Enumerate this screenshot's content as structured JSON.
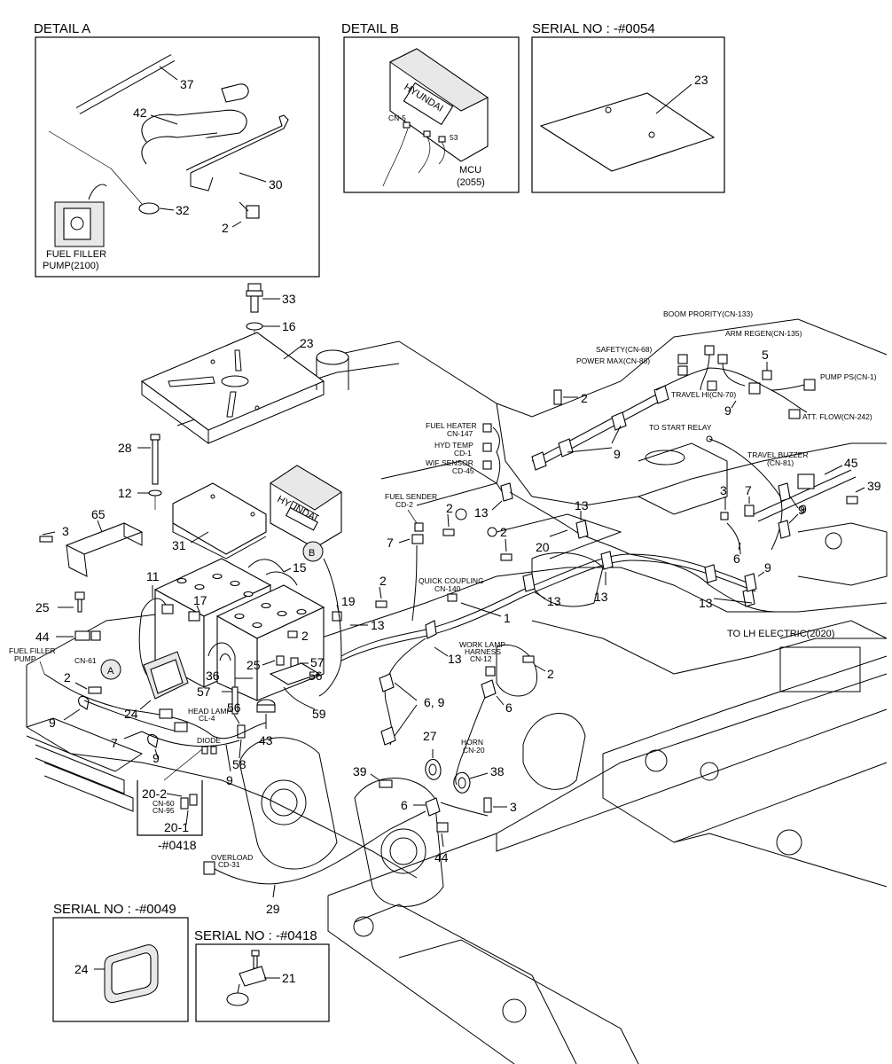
{
  "headers": {
    "detail_a": "DETAIL A",
    "detail_b": "DETAIL B",
    "serial_0054": "SERIAL NO : -#0054",
    "serial_0049": "SERIAL NO : -#0049",
    "serial_0418": "SERIAL NO : -#0418"
  },
  "labels": {
    "fuel_filler_pump_line1": "FUEL FILLER",
    "fuel_filler_pump_line2": "PUMP(2100)",
    "mcu_line1": "MCU",
    "mcu_line2": "(2055)",
    "hyundai": "HYUNDAI",
    "cn5": "CN-5",
    "cn53": "53",
    "boom_priority": "BOOM PRORITY(CN-133)",
    "arm_regen": "ARM REGEN(CN-135)",
    "safety": "SAFETY(CN-68)",
    "power_max": "POWER MAX(CN-88)",
    "travel_hi": "TRAVEL HI(CN-70)",
    "pump_ps": "PUMP PS(CN-1)",
    "att_flow": "ATT. FLOW(CN-242)",
    "to_start_relay": "TO START RELAY",
    "travel_buzzer_line1": "TRAVEL BUZZER",
    "travel_buzzer_line2": "(CN-81)",
    "fuel_heater_line1": "FUEL HEATER",
    "fuel_heater_line2": "CN-147",
    "hyd_temp_line1": "HYD TEMP",
    "hyd_temp_line2": "CD-1",
    "wif_sensor_line1": "WIF SENSOR",
    "wif_sensor_line2": "CD-45",
    "fuel_sender_line1": "FUEL SENDER",
    "fuel_sender_line2": "CD-2",
    "quick_coupling_line1": "QUICK COUPLING",
    "quick_coupling_line2": "CN-140",
    "to_lh_electric": "TO LH ELECTRIC(2020)",
    "work_lamp_line1": "WORK LAMP",
    "work_lamp_line2": "HARNESS",
    "work_lamp_line3": "CN-12",
    "fuel_filler_pump2_line1": "FUEL FILLER",
    "fuel_filler_pump2_line2": "PUMP",
    "cn61": "CN-61",
    "head_lamp_line1": "HEAD LAMP",
    "head_lamp_line2": "CL-4",
    "diode": "DIODE",
    "horn_line1": "HORN",
    "horn_line2": "CN-20",
    "cn60": "CN-60",
    "cn95": "CN-95",
    "serial_0418_inline": "-#0418",
    "overload_line1": "OVERLOAD",
    "overload_line2": "CD-31",
    "callout_a": "A",
    "callout_b": "B"
  },
  "part_numbers": {
    "p37": "37",
    "p42": "42",
    "p30": "30",
    "p32": "32",
    "p2a": "2",
    "p23a": "23",
    "p33": "33",
    "p16": "16",
    "p23b": "23",
    "p28": "28",
    "p12": "12",
    "p65": "65",
    "p3a": "3",
    "p31": "31",
    "p15": "15",
    "p11": "11",
    "p17": "17",
    "p25a": "25",
    "p44a": "44",
    "p2b": "2",
    "p9a": "9",
    "p24a": "24",
    "p7a": "7",
    "p9b": "9",
    "p36": "36",
    "p57a": "57",
    "p25b": "25",
    "p57b": "57",
    "p56a": "56",
    "p56b": "56",
    "p59": "59",
    "p43": "43",
    "p58": "58",
    "p9c": "9",
    "p20_2": "20-2",
    "p20_1": "20-1",
    "p19": "19",
    "p13a": "13",
    "p2c": "2",
    "p7b": "7",
    "p2d": "2",
    "p2e": "2",
    "p13b": "13",
    "p13c": "13",
    "p20": "20",
    "p2f": "2",
    "p1": "1",
    "p13d": "13",
    "p13e": "13",
    "p13f": "13",
    "p9d": "9",
    "p2g": "2",
    "p9e": "9",
    "p5": "5",
    "p9f": "9",
    "p3b": "3",
    "p7c": "7",
    "p6a": "6",
    "p9g": "9",
    "p45": "45",
    "p39a": "39",
    "p9h": "9",
    "p2h": "2",
    "p6b": "6",
    "p69": "6, 9",
    "p27": "27",
    "p39b": "39",
    "p6c": "6",
    "p38": "38",
    "p3c": "3",
    "p44b": "44",
    "p29": "29",
    "p24b": "24",
    "p21": "21"
  }
}
